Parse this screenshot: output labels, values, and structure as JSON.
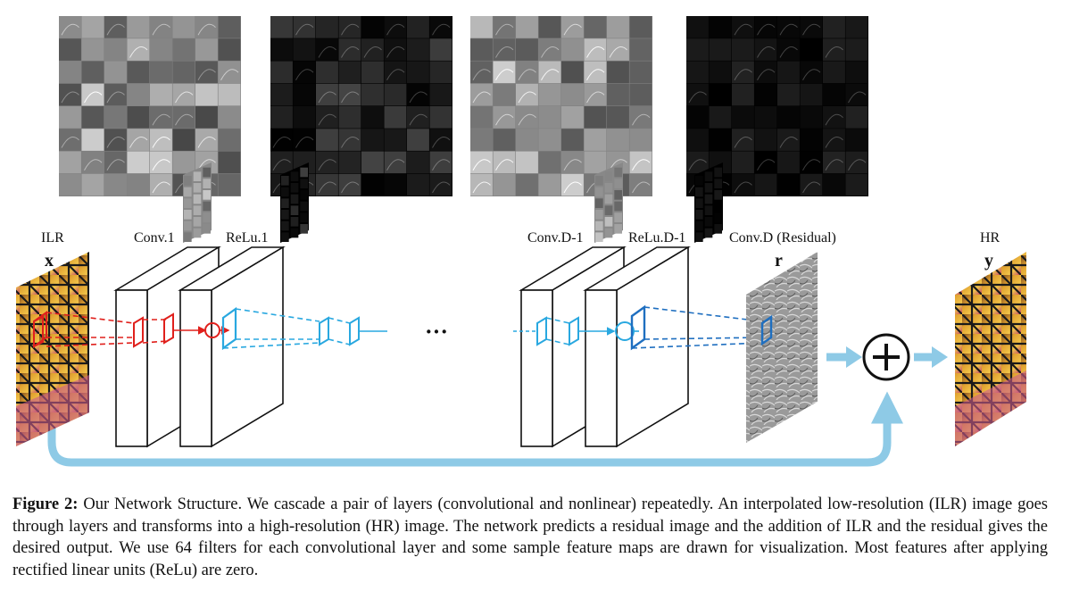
{
  "figure": {
    "labels": {
      "ilr": "ILR",
      "x": "x",
      "conv1": "Conv.1",
      "relu1": "ReLu.1",
      "convd1": "Conv.D-1",
      "relud1": "ReLu.D-1",
      "convd": "Conv.D (Residual)",
      "r": "r",
      "hr": "HR",
      "y": "y",
      "ellipsis": "···",
      "plus": "+"
    },
    "colors": {
      "red": "#e0201c",
      "blue": "#29a8e0",
      "dark_blue": "#1f6fc0",
      "skip_arrow": "#8ecae6"
    }
  },
  "caption": {
    "prefix": "Figure 2:",
    "text": " Our Network Structure. We cascade a pair of layers (convolutional and nonlinear) repeatedly. An interpolated low-resolution (ILR) image goes through layers and transforms into a high-resolution (HR) image. The network predicts a residual image and the addition of ILR and the residual gives the desired output. We use 64 filters for each convolutional layer and some sample feature maps are drawn for visualization. Most features after applying rectified linear units (ReLu) are zero."
  }
}
